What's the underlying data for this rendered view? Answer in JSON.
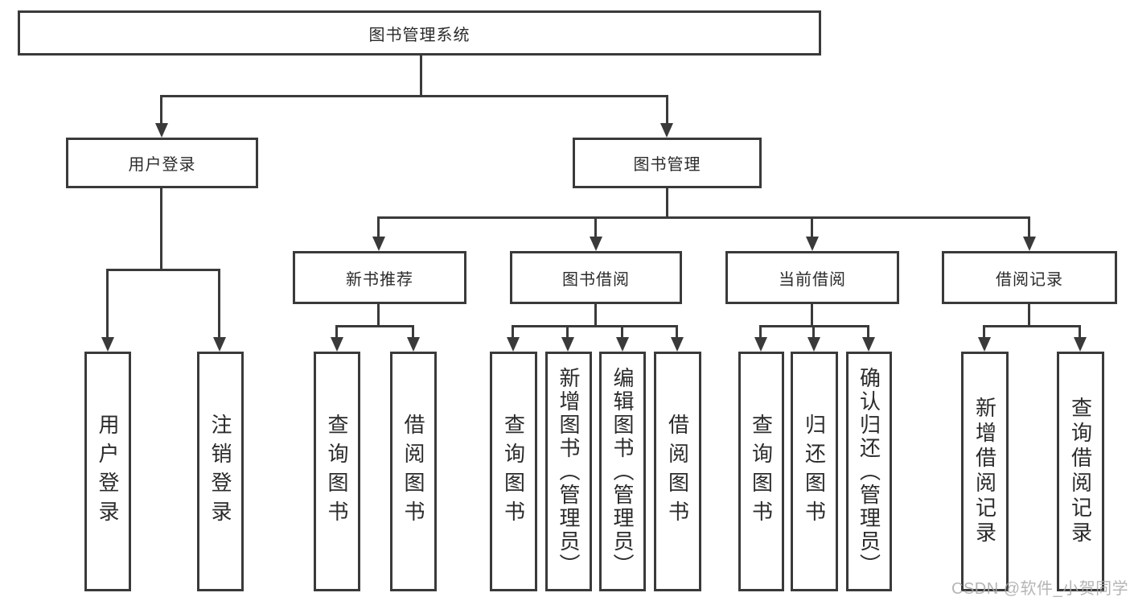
{
  "tree": {
    "label": "图书管理系统",
    "children": [
      {
        "label": "用户登录",
        "children": [
          {
            "label": "用户登录"
          },
          {
            "label": "注销登录"
          }
        ]
      },
      {
        "label": "图书管理",
        "children": [
          {
            "label": "新书推荐",
            "children": [
              {
                "label": "查询图书"
              },
              {
                "label": "借阅图书"
              }
            ]
          },
          {
            "label": "图书借阅",
            "children": [
              {
                "label": "查询图书"
              },
              {
                "label": "新增图书（管理员）"
              },
              {
                "label": "编辑图书（管理员）"
              },
              {
                "label": "借阅图书"
              }
            ]
          },
          {
            "label": "当前借阅",
            "children": [
              {
                "label": "查询图书"
              },
              {
                "label": "归还图书"
              },
              {
                "label": "确认归还（管理员）"
              }
            ]
          },
          {
            "label": "借阅记录",
            "children": [
              {
                "label": "新增借阅记录"
              },
              {
                "label": "查询借阅记录"
              }
            ]
          }
        ]
      }
    ]
  },
  "watermark": {
    "text": "CSDN @软件_小贺同学"
  },
  "colors": {
    "line": "#3a3a3a",
    "text": "#2b2b2b",
    "watermark": "#a9a9a9"
  }
}
